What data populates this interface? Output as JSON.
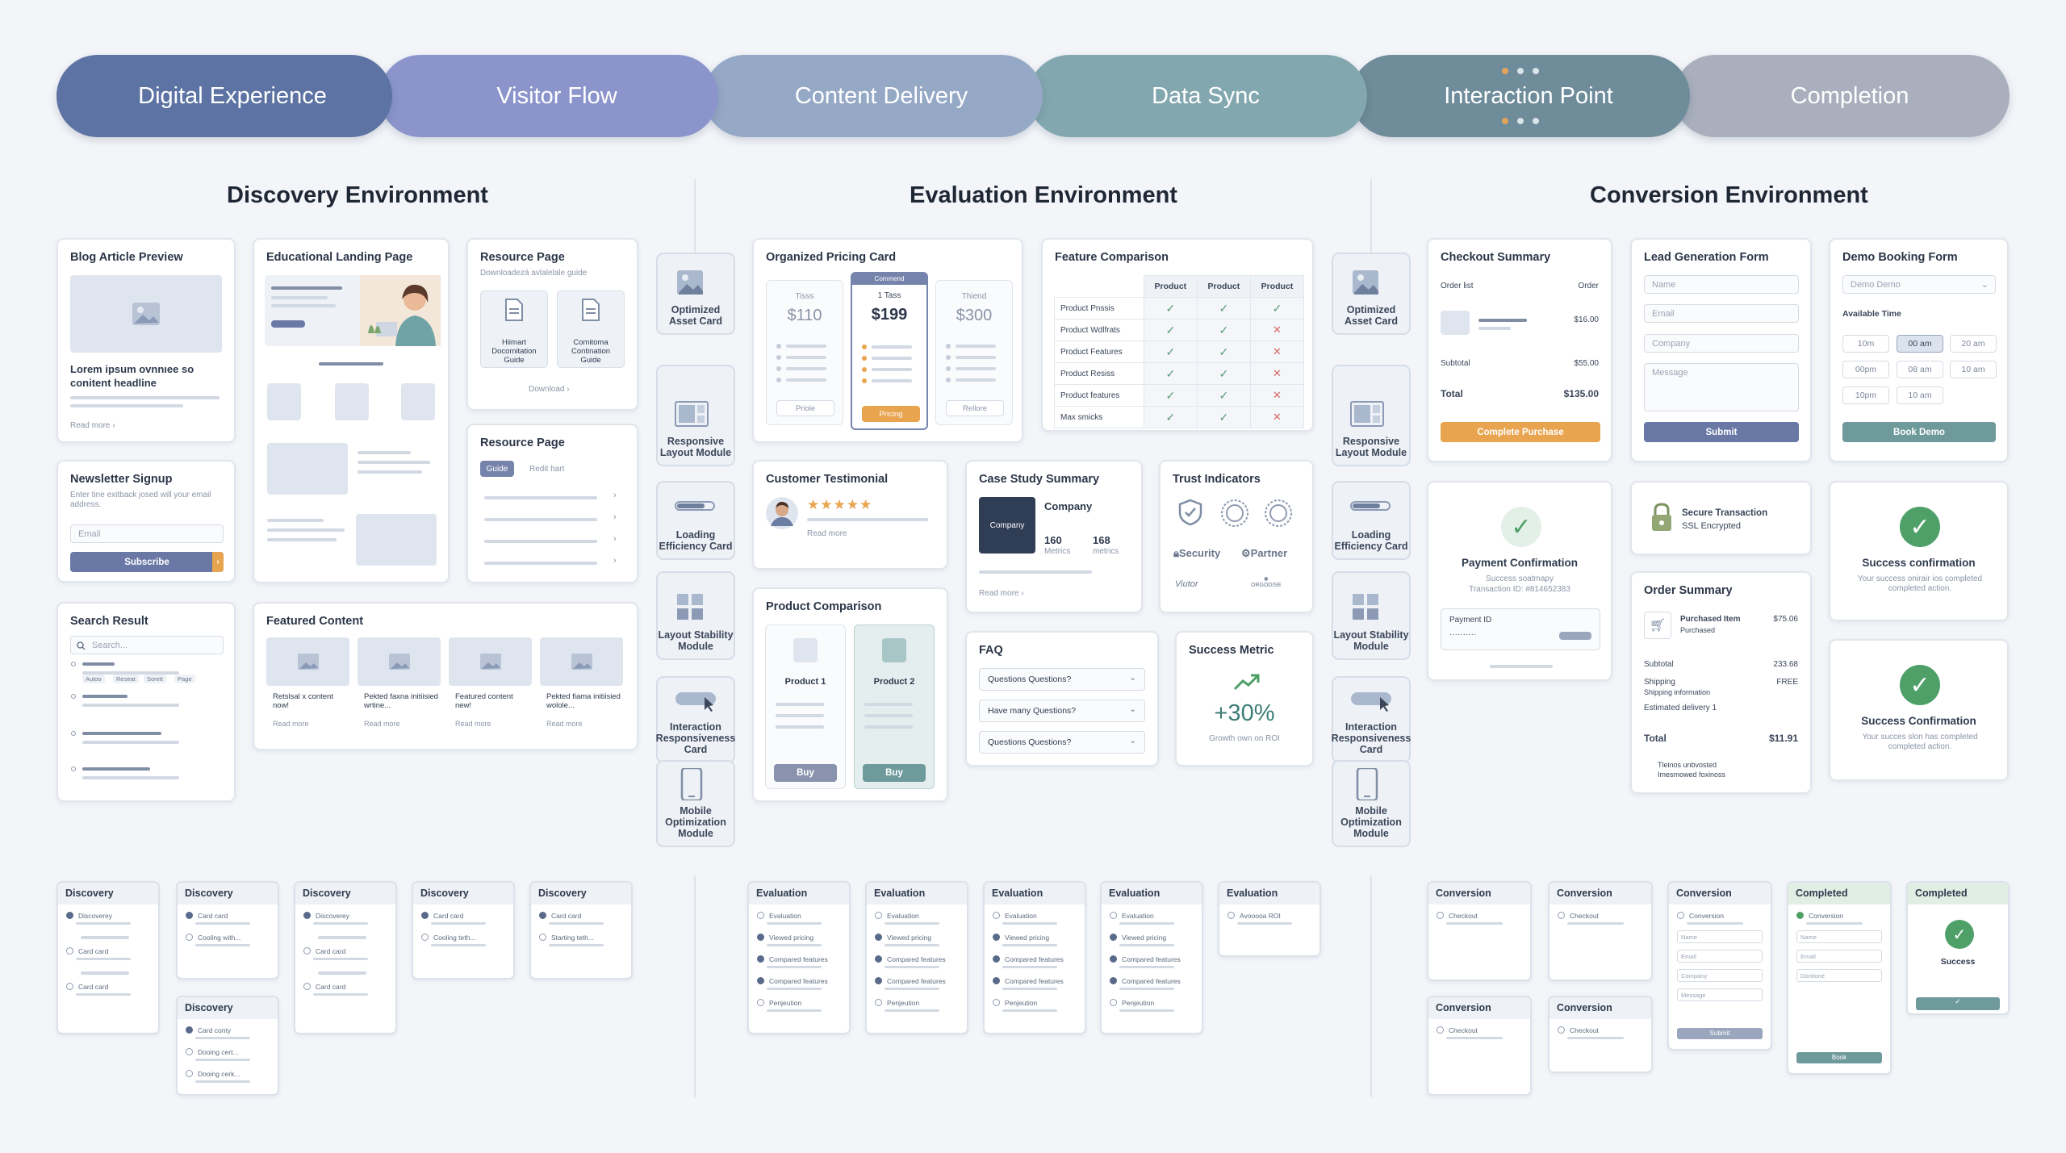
{
  "stages": [
    {
      "label": "Digital Experience",
      "color": "#5d73a3"
    },
    {
      "label": "Visitor Flow",
      "color": "#8b95cc"
    },
    {
      "label": "Content Delivery",
      "color": "#95a9c6"
    },
    {
      "label": "Data Sync",
      "color": "#83a7ae"
    },
    {
      "label": "Interaction Point",
      "color": "#6f8c9a"
    },
    {
      "label": "Completion",
      "color": "#a9afbd"
    }
  ],
  "environments": {
    "discovery": "Discovery Environment",
    "evaluation": "Evaluation Environment",
    "conversion": "Conversion Environment"
  },
  "blog": {
    "title": "Blog Article Preview",
    "headline": "Lorem ipsum ovnnıee so conitent headline",
    "read": "Read more ›"
  },
  "edu": {
    "title": "Educational Landing Page"
  },
  "res1": {
    "title": "Resource Page",
    "sub": "Downloadezá avlalelale guide",
    "doc1": "Hiimart Docomitation Guide",
    "doc2": "Comitoma Contination Guide",
    "download": "Download ›"
  },
  "res2": {
    "title": "Resource Page",
    "tab1": "Guide",
    "tab2": "Redit hart"
  },
  "news": {
    "title": "Newsletter Signup",
    "desc": "Enter tine exitback josed will your email address.",
    "email": "Email",
    "btn": "Subscribe"
  },
  "search": {
    "title": "Search Result",
    "placeholder": "Search...",
    "tags": [
      "Autoo",
      "Reseat",
      "Sorett",
      "Page"
    ]
  },
  "featured": {
    "title": "Featured Content",
    "items": [
      {
        "t": "Retslsal x content now!",
        "r": "Read more"
      },
      {
        "t": "Pekted faxna initiisied wrtine...",
        "r": "Read more"
      },
      {
        "t": "Featured content new!",
        "r": "Read more"
      },
      {
        "t": "Pekted fiama initiisied wolole...",
        "r": "Read more"
      }
    ]
  },
  "tiles": [
    "Optimized Asset Card",
    "Responsive Layout Module",
    "Loading Efficiency Card",
    "Layout Stability Module",
    "Interaction Responsiveness Card",
    "Mobile Optimization Module"
  ],
  "pricing": {
    "title": "Organized Pricing Card",
    "plans": [
      {
        "name": "Tisss",
        "price": "$110",
        "btn": "Priole"
      },
      {
        "name": "1 Tass",
        "price": "$199",
        "btn": "Pricing",
        "badge": "Commend"
      },
      {
        "name": "Thiend",
        "price": "$300",
        "btn": "Rellore"
      }
    ]
  },
  "feature": {
    "title": "Feature Comparison",
    "cols": [
      "Product",
      "Product",
      "Product"
    ],
    "rows": [
      {
        "n": "Product Pnssis",
        "v": [
          "✓",
          "✓",
          "✓"
        ]
      },
      {
        "n": "Product Wdlfrats",
        "v": [
          "✓",
          "✓",
          "✕"
        ]
      },
      {
        "n": "Product Features",
        "v": [
          "✓",
          "✓",
          "✕"
        ]
      },
      {
        "n": "Product Resiss",
        "v": [
          "✓",
          "✓",
          "✕"
        ]
      },
      {
        "n": "Product features",
        "v": [
          "✓",
          "✓",
          "✕"
        ]
      },
      {
        "n": "Max smicks",
        "v": [
          "✓",
          "✓",
          "✕"
        ]
      }
    ]
  },
  "testimonial": {
    "title": "Customer Testimonial",
    "stars": "★★★★★",
    "read": "Read more"
  },
  "casestudy": {
    "title": "Case Study Summary",
    "company": "Company",
    "logo": "Company",
    "m1": "160",
    "m1l": "Metrics",
    "m2": "168",
    "m2l": "metrics",
    "read": "Read more ›"
  },
  "trust": {
    "title": "Trust Indicators",
    "b1": "Security",
    "b2": "Partner",
    "b3": "Viutor",
    "b4": "ORGODISE"
  },
  "prodcomp": {
    "title": "Product Comparison",
    "p1": "Product 1",
    "p2": "Product 2",
    "buy": "Buy"
  },
  "faq": {
    "title": "FAQ",
    "q": [
      "Questions Questions?",
      "Have many Questions?",
      "Questions Questions?"
    ]
  },
  "metric": {
    "title": "Success Metric",
    "value": "+30%",
    "caption": "Growth own on ROI"
  },
  "checkout": {
    "title": "Checkout Summary",
    "h1": "Order list",
    "h2": "Order",
    "price": "$16.00",
    "subtotal": "Subtotal",
    "subval": "$55.00",
    "total": "Total",
    "totval": "$135.00",
    "btn": "Complete Purchase"
  },
  "lead": {
    "title": "Lead Generation Form",
    "fields": [
      "Name",
      "Email",
      "Company",
      "Message"
    ],
    "btn": "Submit"
  },
  "demo": {
    "title": "Demo Booking Form",
    "select": "Demo Demo",
    "avail": "Available Time",
    "times": [
      "10m",
      "00 am",
      "20 am",
      "00pm",
      "08 am",
      "10 am",
      "10pm",
      "10 am"
    ],
    "btn": "Book Demo"
  },
  "paycon": {
    "title": "Payment Confirmation",
    "l1": "Success soatmapy",
    "l2": "Transaction ID: #814652383",
    "pid": "Payment ID",
    "dots": "··········"
  },
  "secure": {
    "title": "Secure Transaction",
    "sub": "SSL Encrypted"
  },
  "succ1": {
    "title": "Success confirmation",
    "sub": "Your success onirair ios completed completed action."
  },
  "succ2": {
    "title": "Success Confirmation",
    "sub": "Your succes slon has completed completed action."
  },
  "ordersum": {
    "title": "Order Summary",
    "item": "Purchased Item",
    "itemsub": "Purchased",
    "itemprice": "$75.06",
    "subtotal": "Subtotal",
    "subval": "233.68",
    "ship": "Shipping",
    "shipval": "FREE",
    "shipinfo": "Shipping information",
    "deliv": "Estimated delivery  1",
    "total": "Total",
    "totval": "$11.91",
    "note": "Tleinos unbvosted Imesmowed foxinoss"
  },
  "dflow": [
    {
      "h": "Discovery",
      "rows": [
        "Discoverey",
        "",
        "Card card",
        "",
        "Card card"
      ]
    },
    {
      "h": "Discovery",
      "rows": [
        "Card card",
        "Cooling with..."
      ]
    },
    {
      "h": "Discovery",
      "rows": [
        "Discoverey",
        "",
        "Card card",
        "",
        "Card card"
      ]
    },
    {
      "h": "Discovery",
      "rows": [
        "Card card",
        "Cooling teth..."
      ]
    },
    {
      "h": "Discovery",
      "rows": [
        "Card card",
        "Starting teth..."
      ]
    },
    {
      "h": "Discovery",
      "rows": [
        "Card conty",
        "Dooing cert...",
        "Dooing cerk..."
      ]
    }
  ],
  "eflow": [
    {
      "h": "Evaluation",
      "rows": [
        "Evaluation",
        "Viewed pricing",
        "Compared features",
        "Compared features",
        "Penjeution"
      ]
    },
    {
      "h": "Evaluation",
      "rows": [
        "Evaluation",
        "Viewed pricing",
        "Compared features",
        "Compared features",
        "Penjeution"
      ]
    },
    {
      "h": "Evaluation",
      "rows": [
        "Evaluation",
        "Viewed pricing",
        "Compared features",
        "Compared features",
        "Penjeution"
      ]
    },
    {
      "h": "Evaluation",
      "rows": [
        "Evaluation",
        "Viewed pricing",
        "Compared features",
        "Compared features",
        "Penjeution"
      ]
    },
    {
      "h": "Evaluation",
      "rows": [
        "Avooooa ROI"
      ]
    }
  ],
  "cflow": [
    {
      "h": "Conversion",
      "rows": [
        "Checkout"
      ]
    },
    {
      "h": "Conversion",
      "rows": [
        "Checkout"
      ]
    },
    {
      "h": "Conversion",
      "rows": [
        "Conversion",
        "Name",
        "Email",
        "Company",
        "Message"
      ],
      "btn": "Submit"
    },
    {
      "h": "Completed",
      "rows": [
        "Conversion",
        "Name",
        "Email",
        "Dontione"
      ],
      "btn": "Book"
    },
    {
      "h": "Completed",
      "msg": "Success"
    },
    {
      "h": "Conversion",
      "rows": [
        "Checkout"
      ]
    },
    {
      "h": "Conversion",
      "rows": [
        "Checkout"
      ]
    }
  ]
}
